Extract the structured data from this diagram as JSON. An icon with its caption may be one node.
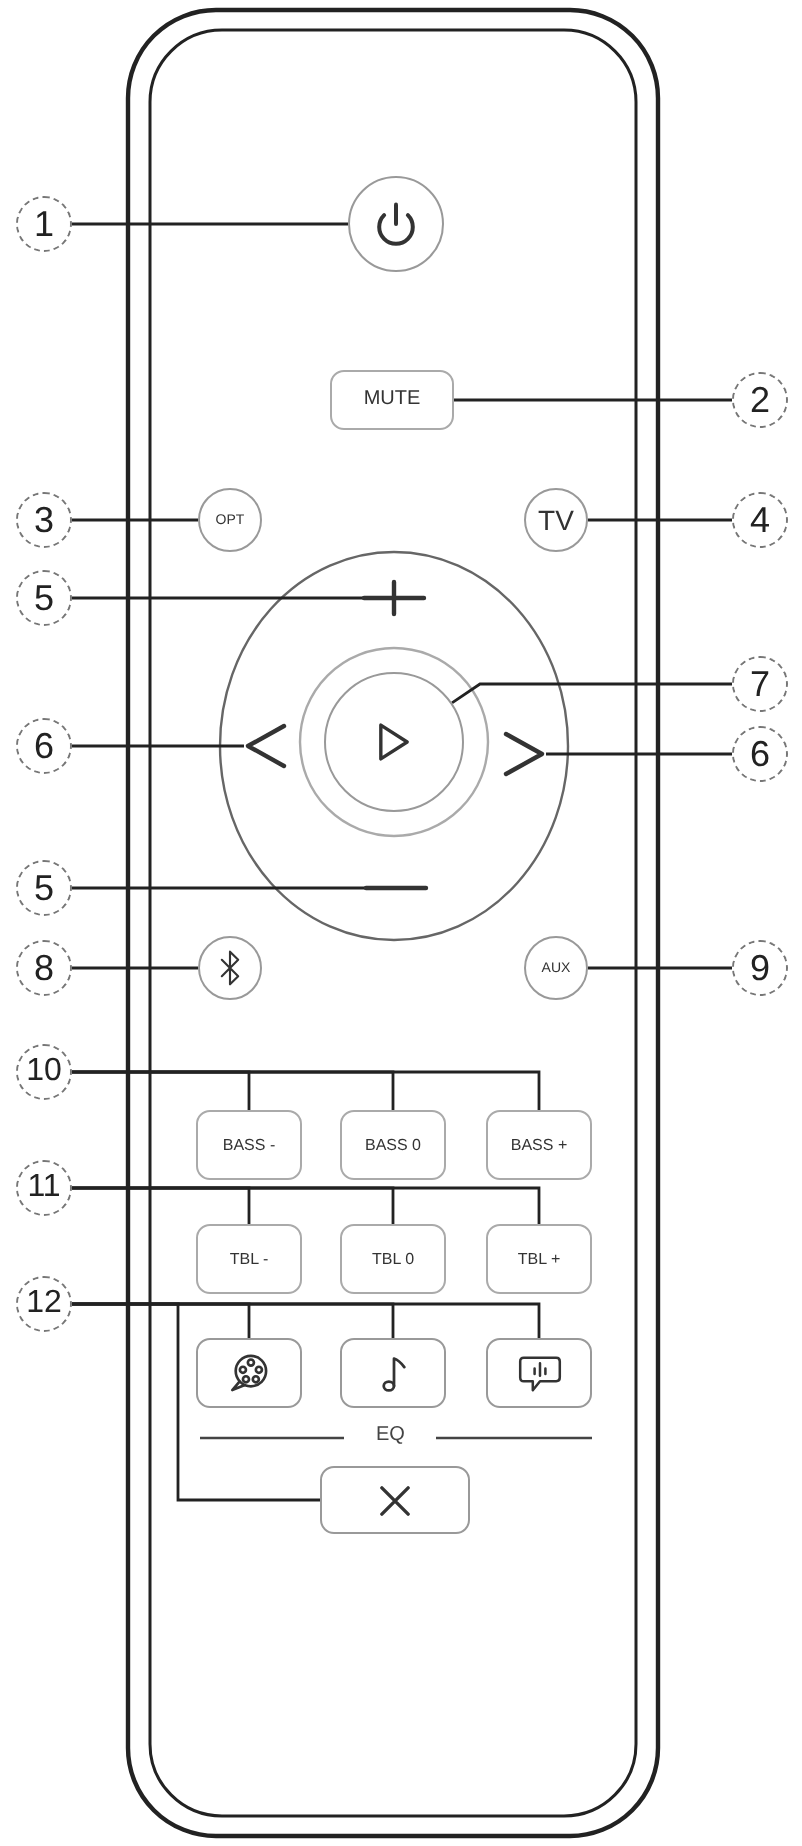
{
  "diagram": {
    "nodes": [
      {
        "text": [
          "1"
        ]
      },
      {
        "text": [],
        "shape": "circle"
      },
      {
        "text": [
          "MUTE"
        ]
      },
      {
        "text": [
          "2"
        ]
      },
      {
        "text": [
          "3"
        ]
      },
      {
        "text": [
          "OPT"
        ]
      },
      {
        "text": [
          "TV"
        ]
      },
      {
        "text": [
          "4"
        ]
      },
      {
        "text": [
          "5"
        ]
      },
      {
        "text": [],
        "shape": "picture"
      },
      {
        "text": [
          "7"
        ]
      },
      {
        "text": [
          "6"
        ]
      },
      {
        "text": [],
        "shape": "picture"
      },
      {
        "text": [],
        "shape": "circle"
      },
      {
        "text": [],
        "shape": "picture"
      },
      {
        "text": [
          "6"
        ]
      },
      {
        "text": [
          "5"
        ]
      },
      {
        "text": [],
        "shape": "picture"
      },
      {
        "text": [
          "8"
        ]
      },
      {
        "text": [],
        "shape": "circle"
      },
      {
        "text": [
          "AUX"
        ]
      },
      {
        "text": [
          "9"
        ]
      },
      {
        "text": [
          "10"
        ]
      },
      {
        "text": [
          "BASS -"
        ]
      },
      {
        "text": [
          "BASS 0"
        ]
      },
      {
        "text": [
          "BASS +"
        ]
      },
      {
        "text": [
          "11"
        ]
      },
      {
        "text": [
          "TBL -"
        ]
      },
      {
        "text": [
          "TBL 0"
        ]
      },
      {
        "text": [
          "TBL +"
        ]
      },
      {
        "text": [
          "12"
        ]
      },
      {
        "text": [],
        "shape": "box"
      },
      {
        "text": [],
        "shape": "box"
      },
      {
        "text": [],
        "shape": "box"
      },
      {
        "text": [],
        "shape": "box"
      }
    ],
    "edges": [
      {
        "from": 0,
        "to": 1,
        "arrow": "none"
      },
      {
        "from": 3,
        "to": 2,
        "arrow": "none"
      },
      {
        "from": 4,
        "to": 5,
        "arrow": "none"
      },
      {
        "from": 7,
        "to": 6,
        "arrow": "none"
      },
      {
        "from": 8,
        "to": 9,
        "arrow": "none"
      },
      {
        "from": 10,
        "to": 13,
        "arrow": "none"
      },
      {
        "from": 11,
        "to": 12,
        "arrow": "none"
      },
      {
        "from": 15,
        "to": 14,
        "arrow": "none"
      },
      {
        "from": 16,
        "to": 17,
        "arrow": "none"
      },
      {
        "from": 18,
        "to": 19,
        "arrow": "none"
      },
      {
        "from": 21,
        "to": 20,
        "arrow": "none"
      },
      {
        "from": 22,
        "to": 23,
        "arrow": "none"
      },
      {
        "from": 22,
        "to": 24,
        "arrow": "none"
      },
      {
        "from": 22,
        "to": 25,
        "arrow": "none"
      },
      {
        "from": 26,
        "to": 27,
        "arrow": "none"
      },
      {
        "from": 26,
        "to": 28,
        "arrow": "none"
      },
      {
        "from": 26,
        "to": 29,
        "arrow": "none"
      },
      {
        "from": 30,
        "to": 31,
        "arrow": "none"
      },
      {
        "from": 30,
        "to": 32,
        "arrow": "none"
      },
      {
        "from": 30,
        "to": 33,
        "arrow": "none"
      },
      {
        "from": 30,
        "to": 34,
        "arrow": "none"
      }
    ],
    "labels": [
      "EQ"
    ]
  }
}
